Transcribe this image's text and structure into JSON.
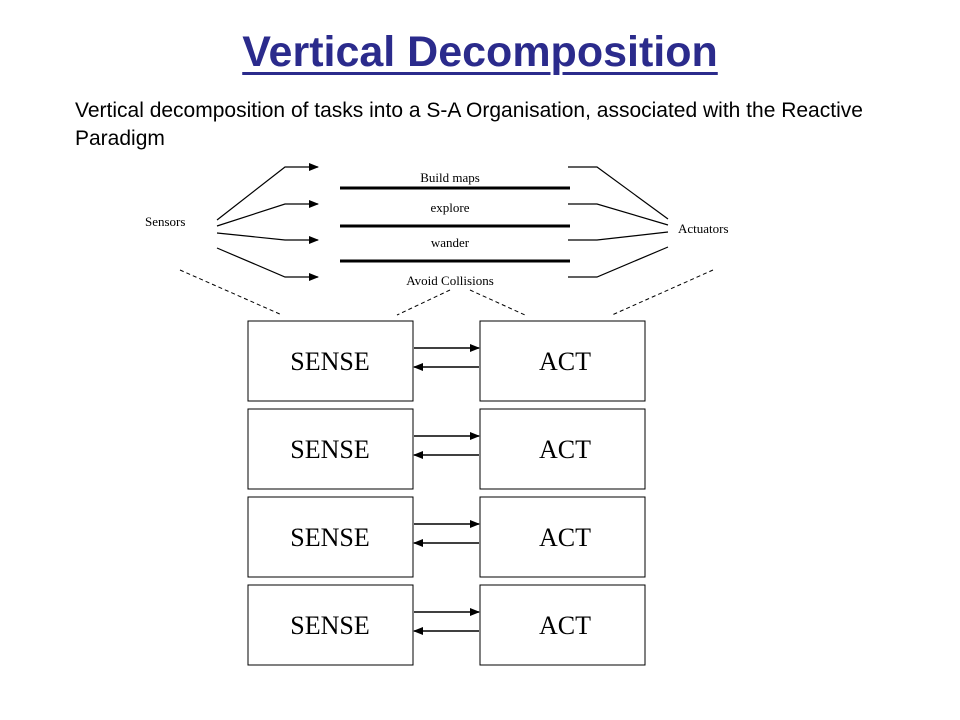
{
  "slide": {
    "title": "Vertical Decomposition",
    "subtitle": "Vertical decomposition of tasks into a S-A Organisation, associated with the Reactive Paradigm"
  },
  "diagram": {
    "left_label": "Sensors",
    "right_label": "Actuators",
    "layers": [
      "Build maps",
      "explore",
      "wander",
      "Avoid Collisions"
    ],
    "modules": [
      {
        "sense": "SENSE",
        "act": "ACT"
      },
      {
        "sense": "SENSE",
        "act": "ACT"
      },
      {
        "sense": "SENSE",
        "act": "ACT"
      },
      {
        "sense": "SENSE",
        "act": "ACT"
      }
    ]
  },
  "colors": {
    "title": "#2b2b8c",
    "text": "#000000",
    "line": "#000000"
  }
}
